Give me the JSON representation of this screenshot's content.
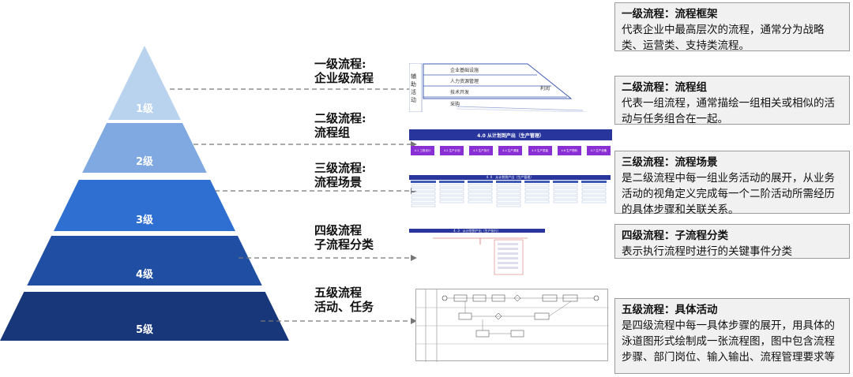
{
  "levels": [
    {
      "tier": "1级",
      "name_line1": "一级流程:",
      "name_line2": "企业级流程"
    },
    {
      "tier": "2级",
      "name_line1": "二级流程:",
      "name_line2": "流程组"
    },
    {
      "tier": "3级",
      "name_line1": "三级流程:",
      "name_line2": "流程场景"
    },
    {
      "tier": "4级",
      "name_line1": "四级流程",
      "name_line2": "子流程分类"
    },
    {
      "tier": "5级",
      "name_line1": "五级流程",
      "name_line2": "活动、任务"
    }
  ],
  "colors": [
    "#b9d3ef",
    "#7fa9e0",
    "#2f6fd2",
    "#1f4ea3",
    "#17377a"
  ],
  "descriptions": [
    {
      "title": "一级流程：流程框架",
      "body": "代表企业中最高层次的流程，通常分为战略类、运营类、支持类流程。"
    },
    {
      "title": "二级流程：流程组",
      "body": "代表一组流程，通常描绘一组相关或相似的活动与任务组合在一起。"
    },
    {
      "title": "三级流程：流程场景",
      "body": "是二级流程中每一组业务活动的展开，从业务活动的视角定义完成每一个二阶活动所需经历的具体步骤和关联关系。"
    },
    {
      "title": "四级流程：子流程分类",
      "body": "表示执行流程时进行的关键事件分类"
    },
    {
      "title": "五级流程：具体活动",
      "body": "是四级流程中每一具体步骤的展开，用具体的泳道图形式绘制成一张流程图，图中包含流程步骤、部门岗位、输入输出、流程管理要求等"
    }
  ],
  "thumb1": {
    "side": "辅助活动",
    "rows": [
      "企业基础设施",
      "人力资源管理",
      "技术开发",
      "采购"
    ],
    "profit": "利润"
  },
  "thumb2": {
    "title": "4.0 从计划到产出（生产管理）",
    "boxes": [
      "4.1 工程设计",
      "4.2 生产计划",
      "4.3 生产执行",
      "4.4 生产调度",
      "4.5 生产质量",
      "4.6 生产物料",
      "4.7 生产设备"
    ]
  },
  "thumb3": {
    "title": "4. 0　从计划到产出（生产管理）"
  },
  "thumb4": {
    "title": "4. 3　从计划到产出（生产执行）"
  }
}
